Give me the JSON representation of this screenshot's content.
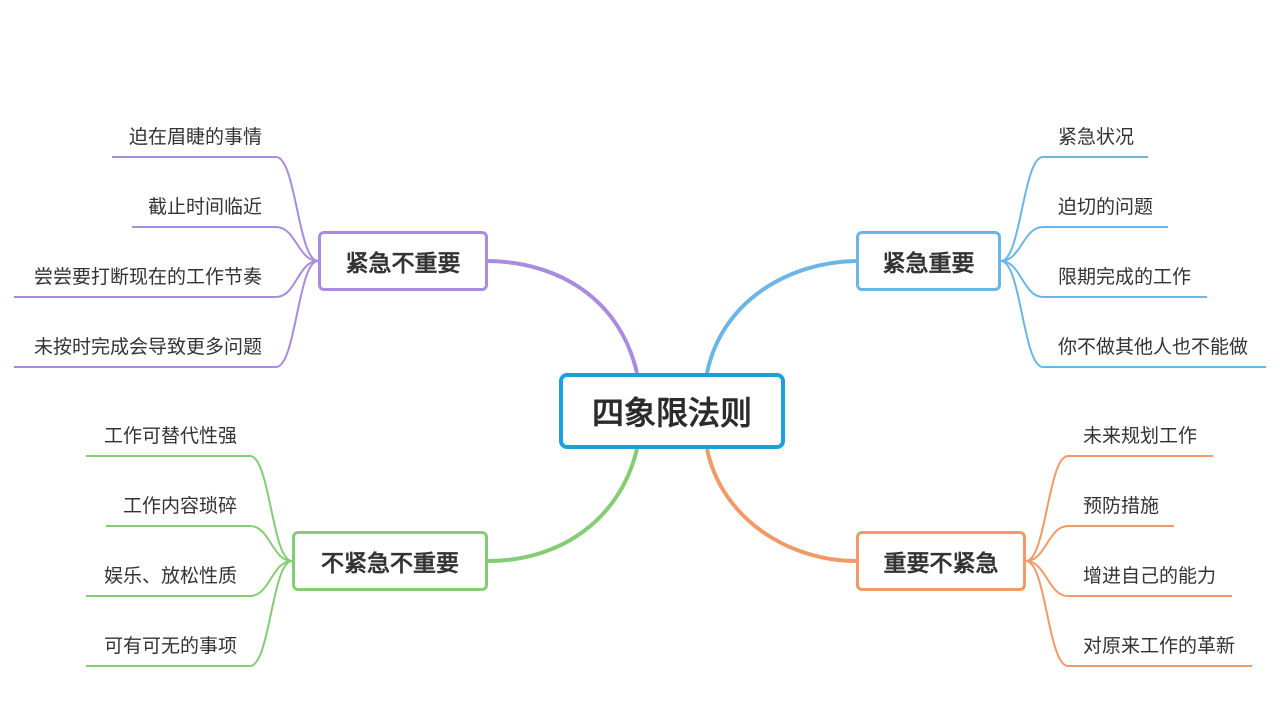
{
  "center": {
    "label": "四象限法则",
    "color": "#1aa0e0"
  },
  "branches": [
    {
      "key": "urgent_unimportant",
      "label": "紧急不重要",
      "color": "#a98bdf",
      "items": [
        "迫在眉睫的事情",
        "截止时间临近",
        "尝尝要打断现在的工作节奏",
        "未按时完成会导致更多问题"
      ]
    },
    {
      "key": "urgent_important",
      "label": "紧急重要",
      "color": "#6bb6e6",
      "items": [
        "紧急状况",
        "迫切的问题",
        "限期完成的工作",
        "你不做其他人也不能做"
      ]
    },
    {
      "key": "not_urgent_not_important",
      "label": "不紧急不重要",
      "color": "#85cd74",
      "items": [
        "工作可替代性强",
        "工作内容琐碎",
        "娱乐、放松性质",
        "可有可无的事项"
      ]
    },
    {
      "key": "important_not_urgent",
      "label": "重要不紧急",
      "color": "#f19a68",
      "items": [
        "未来规划工作",
        "预防措施",
        "增进自己的能力",
        "对原来工作的革新"
      ]
    }
  ]
}
